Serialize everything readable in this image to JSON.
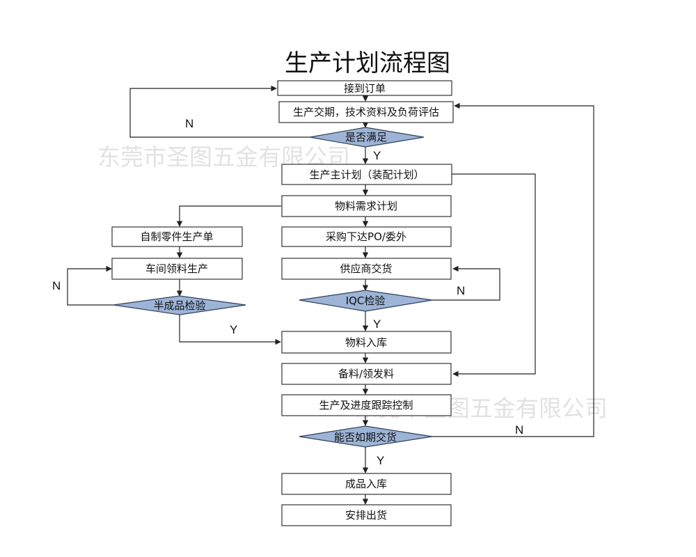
{
  "title": "生产计划流程图",
  "watermarks": {
    "top": "东莞市圣图五金有限公司",
    "bottom": "东莞市圣图五金有限公司"
  },
  "nodes": {
    "order": "接到订单",
    "evaluate": "生产交期，技术资料及负荷评估",
    "satisfied": "是否满足",
    "master_plan": "生产主计划（装配计划）",
    "mrp": "物料需求计划",
    "self_parts": "自制零件生产单",
    "purchase": "采购下达PO/委外",
    "workshop": "车间领料生产",
    "supplier": "供应商交货",
    "semi_inspect": "半成品检验",
    "iqc": "IQC检验",
    "warehouse_in": "物料入库",
    "prepare": "备料/领发料",
    "tracking": "生产及进度跟踪控制",
    "on_time": "能否如期交货",
    "finished_in": "成品入库",
    "ship": "安排出货"
  },
  "edge_labels": {
    "satisfied_no": "N",
    "satisfied_yes": "Y",
    "semi_no": "N",
    "semi_yes": "Y",
    "iqc_no": "N",
    "iqc_yes": "Y",
    "ontime_no": "N",
    "ontime_yes": "Y"
  },
  "colors": {
    "decision_fill": "#9db4d6",
    "box_border": "#333333"
  }
}
